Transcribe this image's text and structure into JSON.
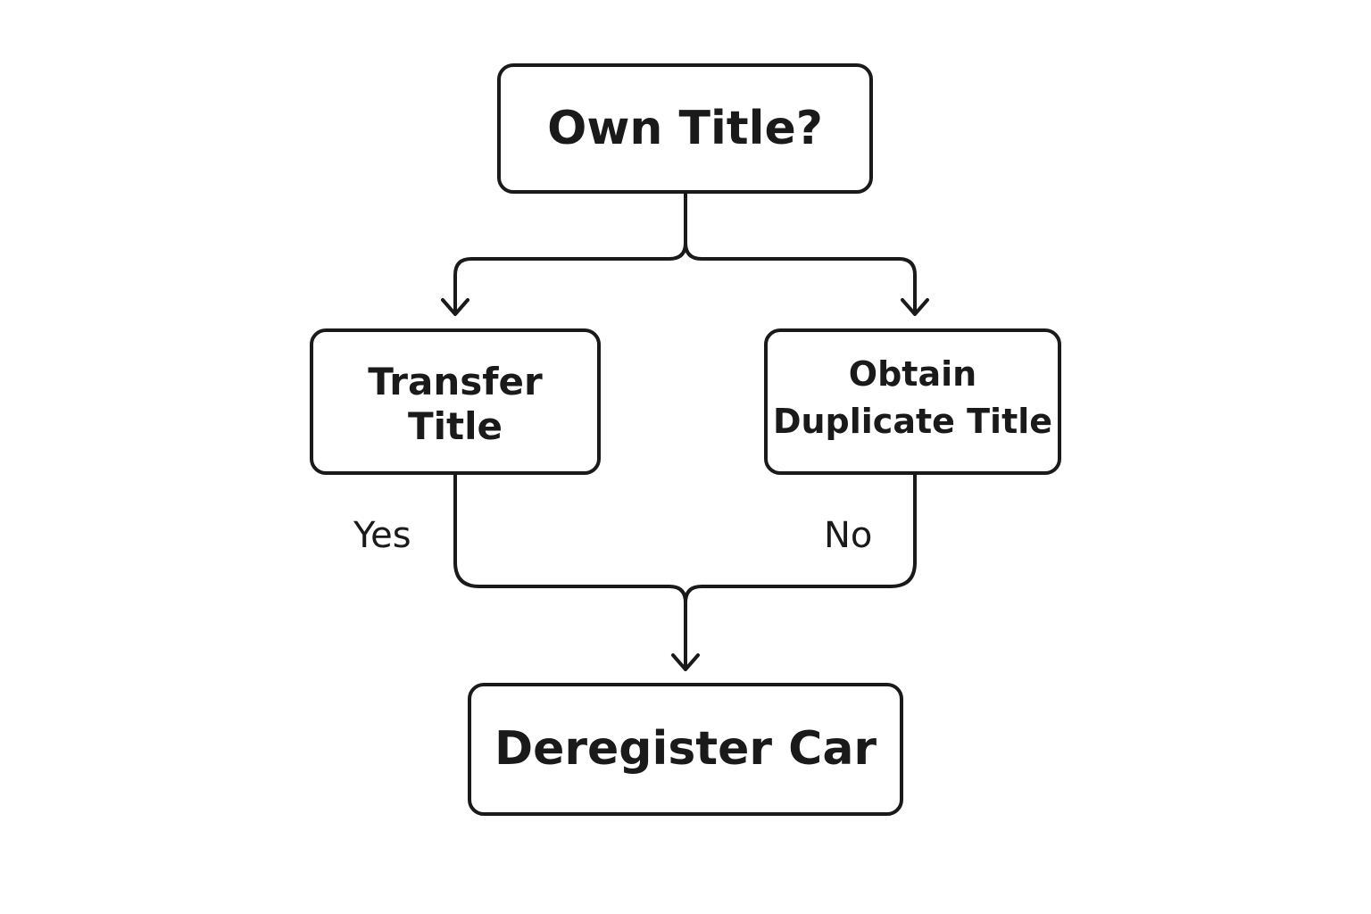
{
  "nodes": {
    "own_title": "Own Title?",
    "transfer_title": "Transfer\nTitle",
    "duplicate_title": "Obtain\nDuplicate Title",
    "deregister_car": "Deregister Car"
  },
  "edge_labels": {
    "yes": "Yes",
    "no": "No"
  },
  "colors": {
    "stroke": "#1a1a1a",
    "background": "#ffffff"
  }
}
